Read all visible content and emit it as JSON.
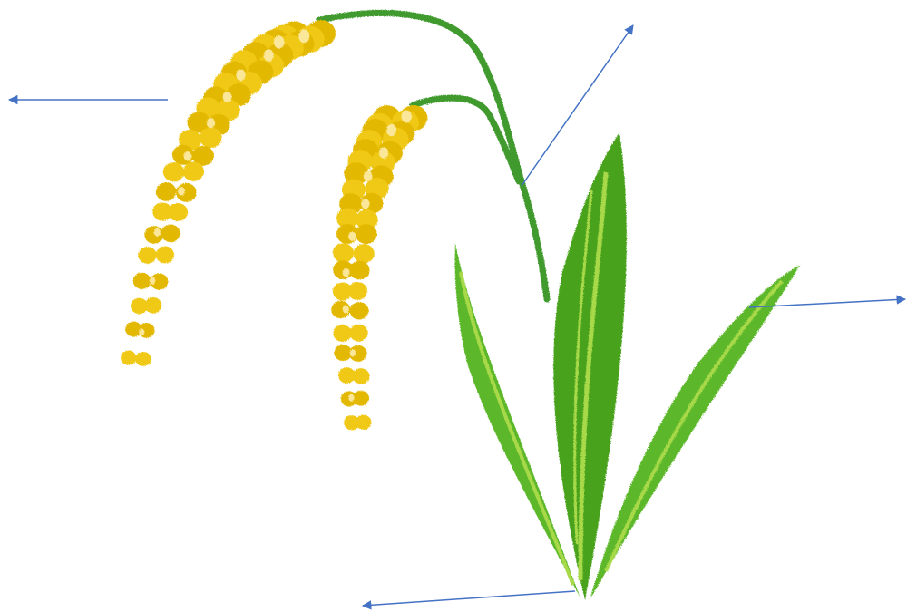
{
  "colors": {
    "background": "#ffffff",
    "grain": "#f0c814",
    "grain_dark": "#e3b800",
    "grain_highlight": "#fbe79a",
    "stem": "#3f9a2e",
    "leaf": "#5cb82a",
    "leaf_dark": "#4aa21f",
    "leaf_stripe": "#a8d94a",
    "arrow": "#4472c4"
  },
  "diagram": {
    "subject": "rice plant",
    "parts": [
      {
        "id": "left-grain-ear",
        "icon": "grain-ear-icon"
      },
      {
        "id": "right-grain-ear",
        "icon": "grain-ear-icon"
      },
      {
        "id": "stem",
        "icon": "stem-icon"
      },
      {
        "id": "leaves",
        "icon": "leaf-icon"
      }
    ],
    "arrows": [
      {
        "id": "arrow-grain",
        "points_to": "left"
      },
      {
        "id": "arrow-stem",
        "points_to": "up-right"
      },
      {
        "id": "arrow-leaf",
        "points_to": "right"
      },
      {
        "id": "arrow-root",
        "points_to": "left"
      }
    ]
  }
}
